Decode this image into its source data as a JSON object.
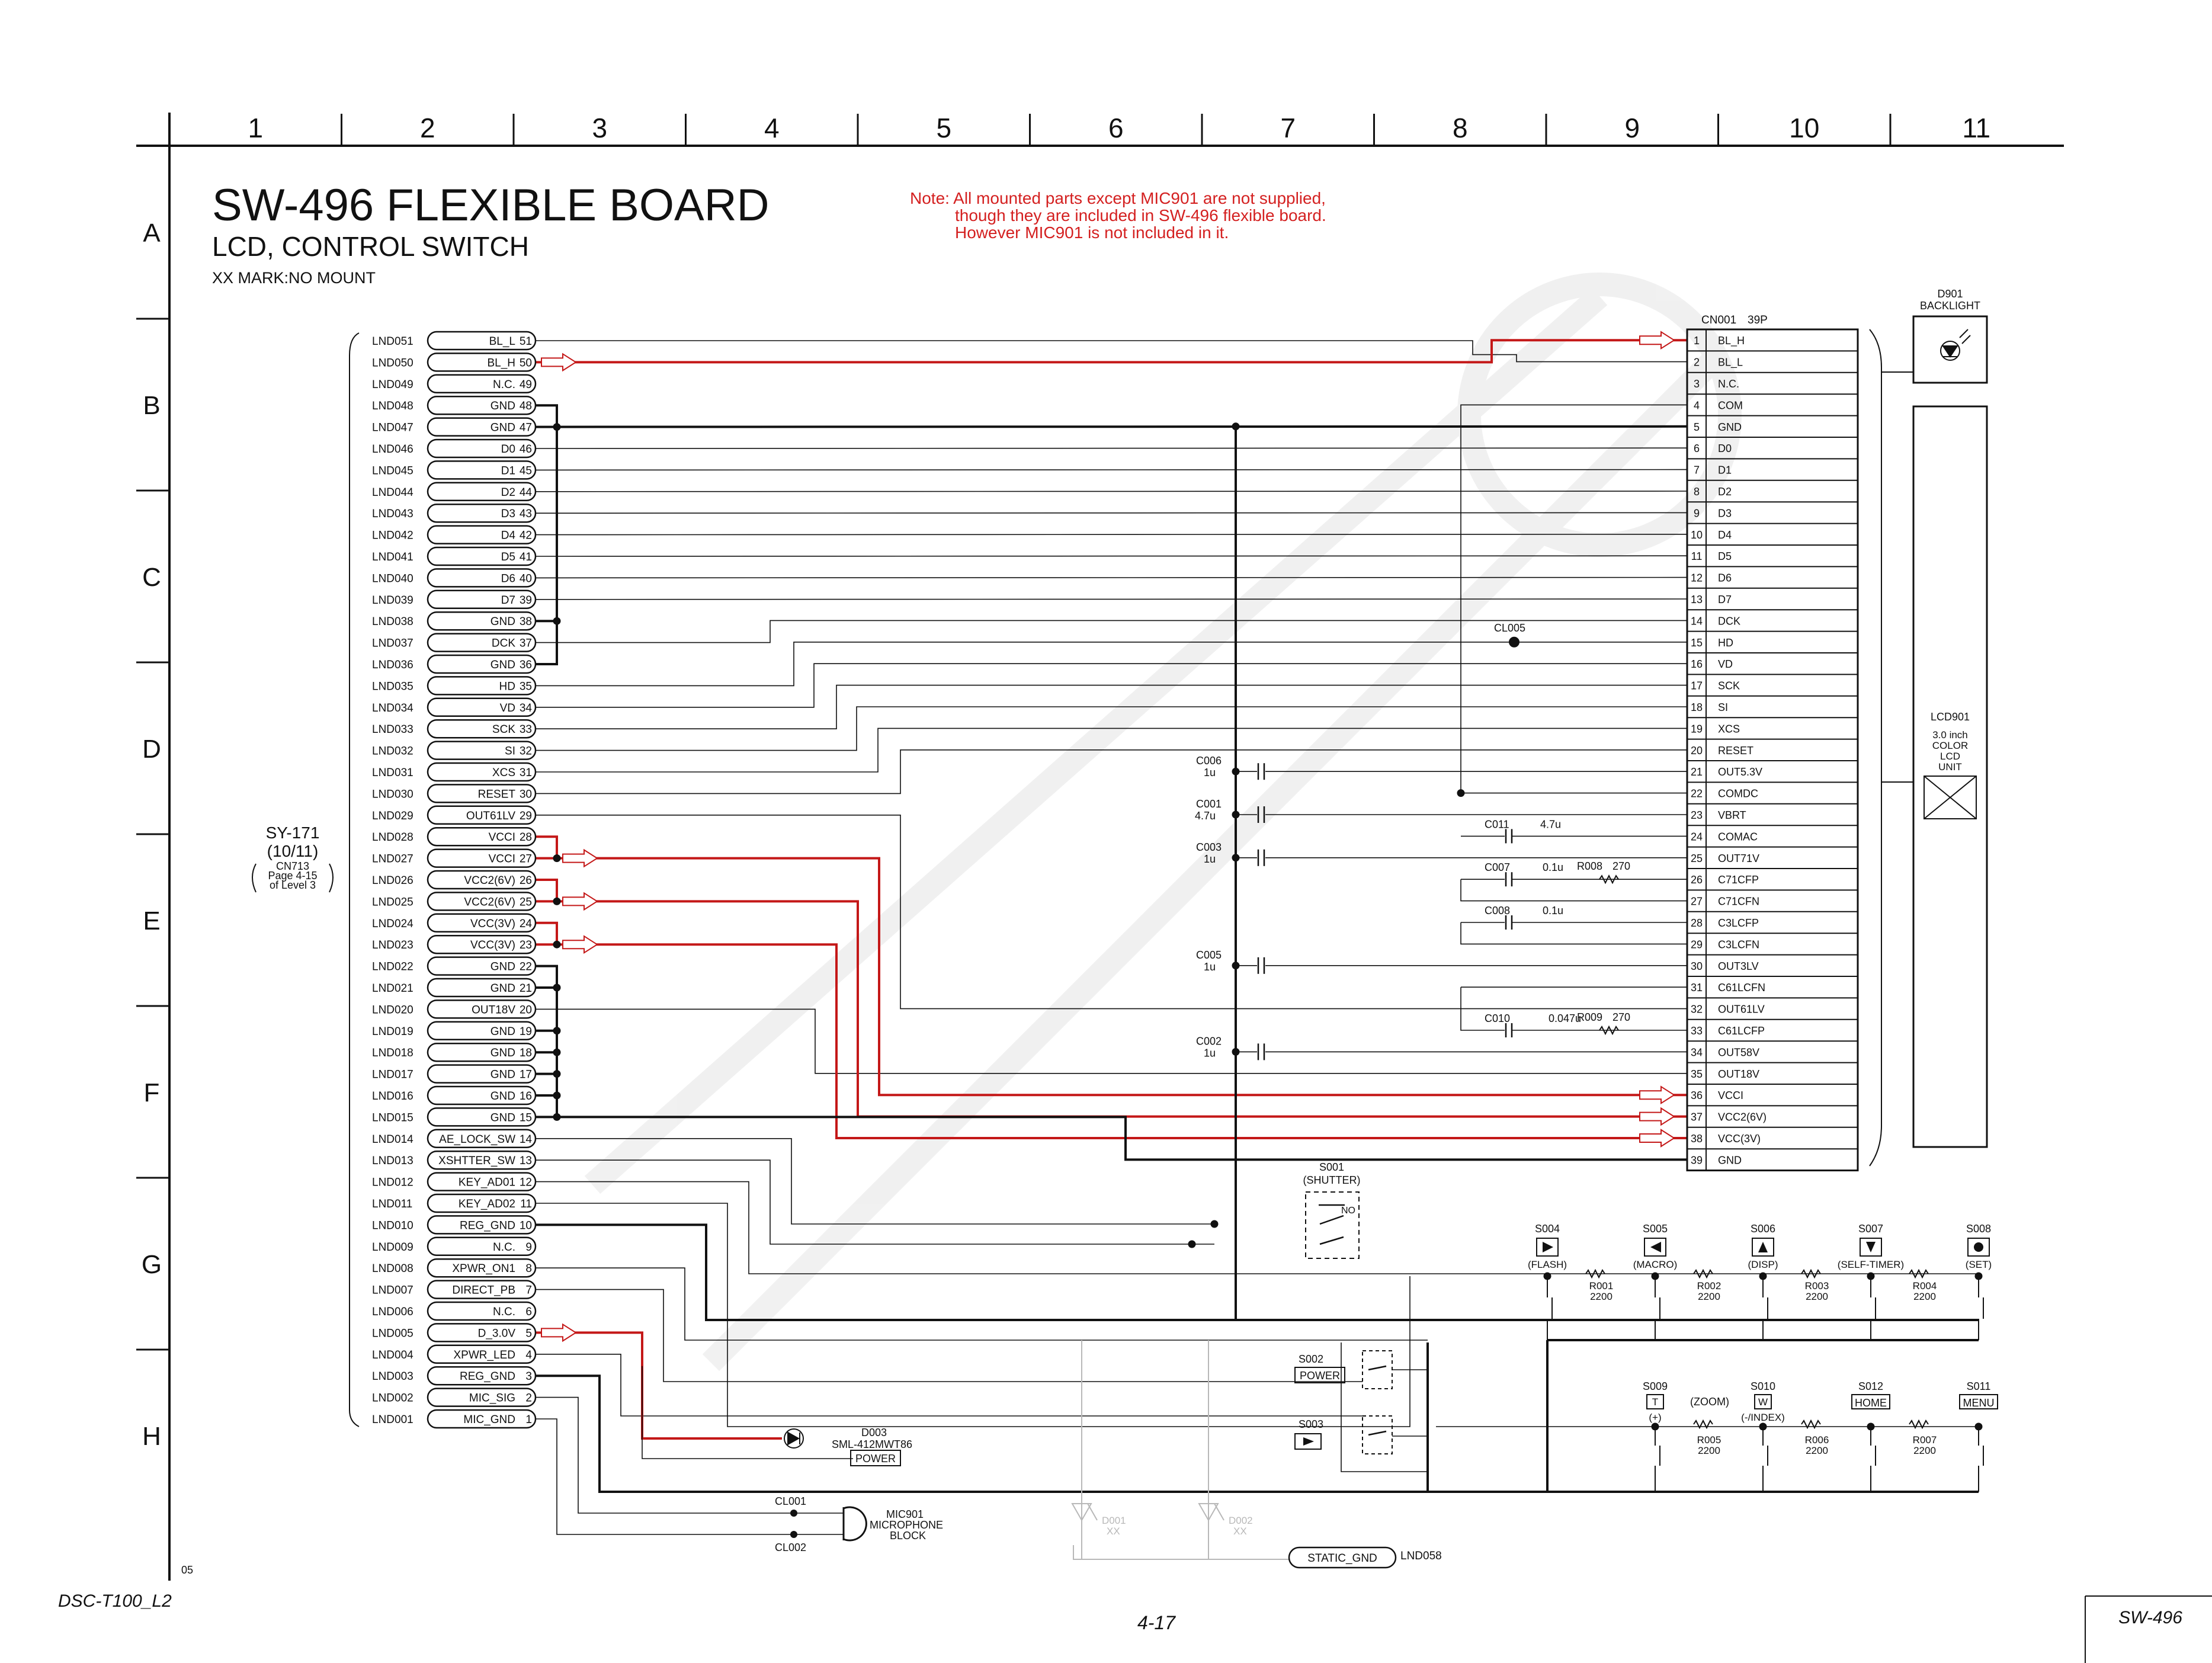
{
  "title": "SW-496 FLEXIBLE BOARD",
  "subtitle": "LCD, CONTROL SWITCH",
  "mark_note": "XX MARK:NO MOUNT",
  "note_lines": [
    "Note: All mounted parts except MIC901 are not supplied,",
    "though they are included in SW-496 flexible board.",
    "However MIC901 is not included in it."
  ],
  "grid_columns": [
    "1",
    "2",
    "3",
    "4",
    "5",
    "6",
    "7",
    "8",
    "9",
    "10",
    "11"
  ],
  "grid_rows": [
    "A",
    "B",
    "C",
    "D",
    "E",
    "F",
    "G",
    "H"
  ],
  "left_connector": {
    "ref": "SY-171",
    "sub": "(10/11)",
    "cn": "CN713",
    "page_ref": "Page 4-15",
    "level_ref": "of Level 3",
    "pins": [
      {
        "lnd": "LND051",
        "label": "BL_L",
        "num": "51"
      },
      {
        "lnd": "LND050",
        "label": "BL_H",
        "num": "50"
      },
      {
        "lnd": "LND049",
        "label": "N.C.",
        "num": "49"
      },
      {
        "lnd": "LND048",
        "label": "GND",
        "num": "48"
      },
      {
        "lnd": "LND047",
        "label": "GND",
        "num": "47"
      },
      {
        "lnd": "LND046",
        "label": "D0",
        "num": "46"
      },
      {
        "lnd": "LND045",
        "label": "D1",
        "num": "45"
      },
      {
        "lnd": "LND044",
        "label": "D2",
        "num": "44"
      },
      {
        "lnd": "LND043",
        "label": "D3",
        "num": "43"
      },
      {
        "lnd": "LND042",
        "label": "D4",
        "num": "42"
      },
      {
        "lnd": "LND041",
        "label": "D5",
        "num": "41"
      },
      {
        "lnd": "LND040",
        "label": "D6",
        "num": "40"
      },
      {
        "lnd": "LND039",
        "label": "D7",
        "num": "39"
      },
      {
        "lnd": "LND038",
        "label": "GND",
        "num": "38"
      },
      {
        "lnd": "LND037",
        "label": "DCK",
        "num": "37"
      },
      {
        "lnd": "LND036",
        "label": "GND",
        "num": "36"
      },
      {
        "lnd": "LND035",
        "label": "HD",
        "num": "35"
      },
      {
        "lnd": "LND034",
        "label": "VD",
        "num": "34"
      },
      {
        "lnd": "LND033",
        "label": "SCK",
        "num": "33"
      },
      {
        "lnd": "LND032",
        "label": "SI",
        "num": "32"
      },
      {
        "lnd": "LND031",
        "label": "XCS",
        "num": "31"
      },
      {
        "lnd": "LND030",
        "label": "RESET",
        "num": "30"
      },
      {
        "lnd": "LND029",
        "label": "OUT61LV",
        "num": "29"
      },
      {
        "lnd": "LND028",
        "label": "VCCI",
        "num": "28"
      },
      {
        "lnd": "LND027",
        "label": "VCCI",
        "num": "27"
      },
      {
        "lnd": "LND026",
        "label": "VCC2(6V)",
        "num": "26"
      },
      {
        "lnd": "LND025",
        "label": "VCC2(6V)",
        "num": "25"
      },
      {
        "lnd": "LND024",
        "label": "VCC(3V)",
        "num": "24"
      },
      {
        "lnd": "LND023",
        "label": "VCC(3V)",
        "num": "23"
      },
      {
        "lnd": "LND022",
        "label": "GND",
        "num": "22"
      },
      {
        "lnd": "LND021",
        "label": "GND",
        "num": "21"
      },
      {
        "lnd": "LND020",
        "label": "OUT18V",
        "num": "20"
      },
      {
        "lnd": "LND019",
        "label": "GND",
        "num": "19"
      },
      {
        "lnd": "LND018",
        "label": "GND",
        "num": "18"
      },
      {
        "lnd": "LND017",
        "label": "GND",
        "num": "17"
      },
      {
        "lnd": "LND016",
        "label": "GND",
        "num": "16"
      },
      {
        "lnd": "LND015",
        "label": "GND",
        "num": "15"
      },
      {
        "lnd": "LND014",
        "label": "AE_LOCK_SW",
        "num": "14"
      },
      {
        "lnd": "LND013",
        "label": "XSHTTER_SW",
        "num": "13"
      },
      {
        "lnd": "LND012",
        "label": "KEY_AD01",
        "num": "12"
      },
      {
        "lnd": "LND011",
        "label": "KEY_AD02",
        "num": "11"
      },
      {
        "lnd": "LND010",
        "label": "REG_GND",
        "num": "10"
      },
      {
        "lnd": "LND009",
        "label": "N.C.",
        "num": "9"
      },
      {
        "lnd": "LND008",
        "label": "XPWR_ON1",
        "num": "8"
      },
      {
        "lnd": "LND007",
        "label": "DIRECT_PB",
        "num": "7"
      },
      {
        "lnd": "LND006",
        "label": "N.C.",
        "num": "6"
      },
      {
        "lnd": "LND005",
        "label": "D_3.0V",
        "num": "5"
      },
      {
        "lnd": "LND004",
        "label": "XPWR_LED",
        "num": "4"
      },
      {
        "lnd": "LND003",
        "label": "REG_GND",
        "num": "3"
      },
      {
        "lnd": "LND002",
        "label": "MIC_SIG",
        "num": "2"
      },
      {
        "lnd": "LND001",
        "label": "MIC_GND",
        "num": "1"
      }
    ]
  },
  "right_connector": {
    "ref": "CN001",
    "pins_count": "39P",
    "pins": [
      {
        "num": "1",
        "label": "BL_H"
      },
      {
        "num": "2",
        "label": "BL_L"
      },
      {
        "num": "3",
        "label": "N.C."
      },
      {
        "num": "4",
        "label": "COM"
      },
      {
        "num": "5",
        "label": "GND"
      },
      {
        "num": "6",
        "label": "D0"
      },
      {
        "num": "7",
        "label": "D1"
      },
      {
        "num": "8",
        "label": "D2"
      },
      {
        "num": "9",
        "label": "D3"
      },
      {
        "num": "10",
        "label": "D4"
      },
      {
        "num": "11",
        "label": "D5"
      },
      {
        "num": "12",
        "label": "D6"
      },
      {
        "num": "13",
        "label": "D7"
      },
      {
        "num": "14",
        "label": "DCK"
      },
      {
        "num": "15",
        "label": "HD"
      },
      {
        "num": "16",
        "label": "VD"
      },
      {
        "num": "17",
        "label": "SCK"
      },
      {
        "num": "18",
        "label": "SI"
      },
      {
        "num": "19",
        "label": "XCS"
      },
      {
        "num": "20",
        "label": "RESET"
      },
      {
        "num": "21",
        "label": "OUT5.3V"
      },
      {
        "num": "22",
        "label": "COMDC"
      },
      {
        "num": "23",
        "label": "VBRT"
      },
      {
        "num": "24",
        "label": "COMAC"
      },
      {
        "num": "25",
        "label": "OUT71V"
      },
      {
        "num": "26",
        "label": "C71CFP"
      },
      {
        "num": "27",
        "label": "C71CFN"
      },
      {
        "num": "28",
        "label": "C3LCFP"
      },
      {
        "num": "29",
        "label": "C3LCFN"
      },
      {
        "num": "30",
        "label": "OUT3LV"
      },
      {
        "num": "31",
        "label": "C61LCFN"
      },
      {
        "num": "32",
        "label": "OUT61LV"
      },
      {
        "num": "33",
        "label": "C61LCFP"
      },
      {
        "num": "34",
        "label": "OUT58V"
      },
      {
        "num": "35",
        "label": "OUT18V"
      },
      {
        "num": "36",
        "label": "VCCI"
      },
      {
        "num": "37",
        "label": "VCC2(6V)"
      },
      {
        "num": "38",
        "label": "VCC(3V)"
      },
      {
        "num": "39",
        "label": "GND"
      }
    ]
  },
  "backlight": {
    "ref": "D901",
    "name": "BACKLIGHT"
  },
  "lcd_unit": {
    "ref": "LCD901",
    "lines": [
      "3.0 inch",
      "COLOR",
      "LCD",
      "UNIT"
    ]
  },
  "capacitors": [
    {
      "ref": "C006",
      "value": "1u"
    },
    {
      "ref": "C001",
      "value": "4.7u"
    },
    {
      "ref": "C003",
      "value": "1u"
    },
    {
      "ref": "C005",
      "value": "1u"
    },
    {
      "ref": "C002",
      "value": "1u"
    },
    {
      "ref": "C011",
      "value": "4.7u"
    },
    {
      "ref": "C007",
      "value": "0.1u"
    },
    {
      "ref": "C008",
      "value": "0.1u"
    },
    {
      "ref": "C010",
      "value": "0.047u"
    }
  ],
  "resistors_lcd": [
    {
      "ref": "R008",
      "value": "270"
    },
    {
      "ref": "R009",
      "value": "270"
    }
  ],
  "cl005": "CL005",
  "shutter_switch": {
    "ref": "S001",
    "name": "(SHUTTER)",
    "no": "NO"
  },
  "power_switch": {
    "ref": "S002",
    "name": "POWER"
  },
  "play_switch": {
    "ref": "S003"
  },
  "top_switches": [
    {
      "ref": "S004",
      "name": "(FLASH)"
    },
    {
      "ref": "S005",
      "name": "(MACRO)"
    },
    {
      "ref": "S006",
      "name": "(DISP)"
    },
    {
      "ref": "S007",
      "name": "(SELF-TIMER)"
    },
    {
      "ref": "S008",
      "name": "(SET)"
    }
  ],
  "top_resistors": [
    {
      "ref": "R001",
      "value": "2200"
    },
    {
      "ref": "R002",
      "value": "2200"
    },
    {
      "ref": "R003",
      "value": "2200"
    },
    {
      "ref": "R004",
      "value": "2200"
    }
  ],
  "bottom_switches": [
    {
      "ref": "S009",
      "key": "T",
      "name": "(+)"
    },
    {
      "ref": "S010",
      "key": "W",
      "name": "(-/INDEX)"
    },
    {
      "ref": "S012",
      "name": "HOME"
    },
    {
      "ref": "S011",
      "name": "MENU"
    }
  ],
  "zoom_label": "(ZOOM)",
  "bottom_resistors": [
    {
      "ref": "R005",
      "value": "2200"
    },
    {
      "ref": "R006",
      "value": "2200"
    },
    {
      "ref": "R007",
      "value": "2200"
    }
  ],
  "led": {
    "ref": "D003",
    "part": "SML-412MWT86",
    "name": "POWER"
  },
  "mic": {
    "ref": "MIC901",
    "lines": [
      "MICROPHONE",
      "BLOCK"
    ],
    "cl_top": "CL001",
    "cl_bottom": "CL002"
  },
  "diodes_nm": [
    {
      "ref": "D001",
      "mark": "XX"
    },
    {
      "ref": "D002",
      "mark": "XX"
    }
  ],
  "static_gnd": {
    "label": "STATIC_GND",
    "lnd": "LND058"
  },
  "corner_small": "05",
  "footer_left": "DSC-T100_L2",
  "footer_center": "4-17",
  "footer_right": "SW-496",
  "colors": {
    "line": "#111111",
    "power": "#c41818",
    "note": "#d42020",
    "watermark": "#e6e6e6"
  }
}
